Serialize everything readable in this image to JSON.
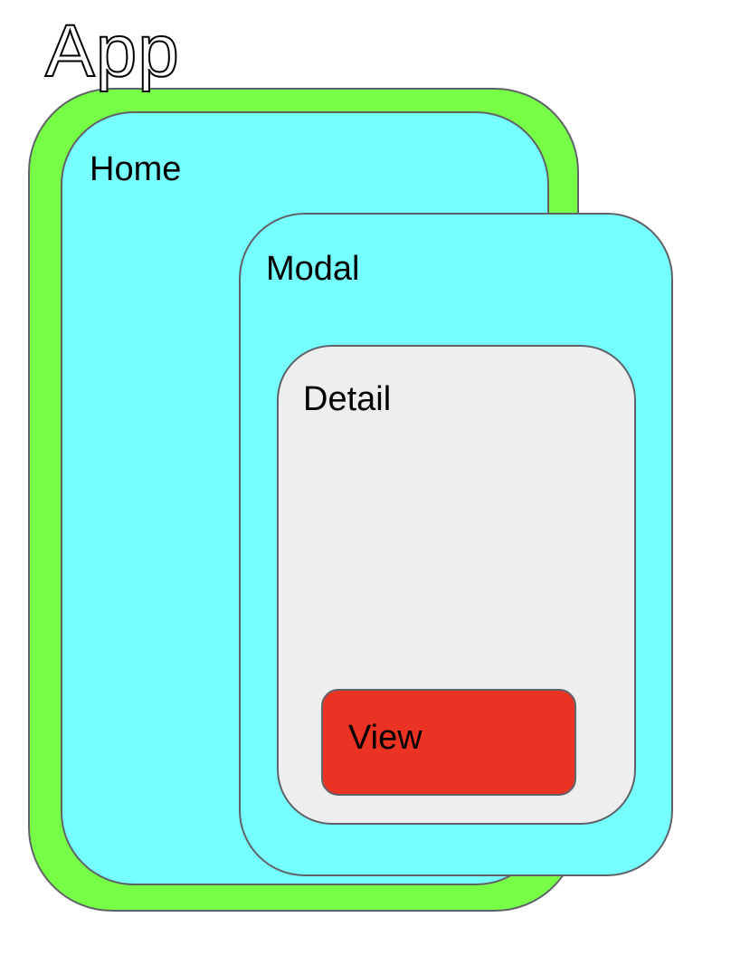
{
  "title": "App",
  "boxes": {
    "app": {
      "label": "App",
      "fill": "#77FF47"
    },
    "home": {
      "label": "Home",
      "fill": "#76FFFF"
    },
    "modal": {
      "label": "Modal",
      "fill": "#76FFFF"
    },
    "detail": {
      "label": "Detail",
      "fill": "#EEEEEE"
    },
    "view": {
      "label": "View",
      "fill": "#EA3323"
    }
  },
  "colors": {
    "stroke": "#5F6368",
    "text": "#000000"
  }
}
